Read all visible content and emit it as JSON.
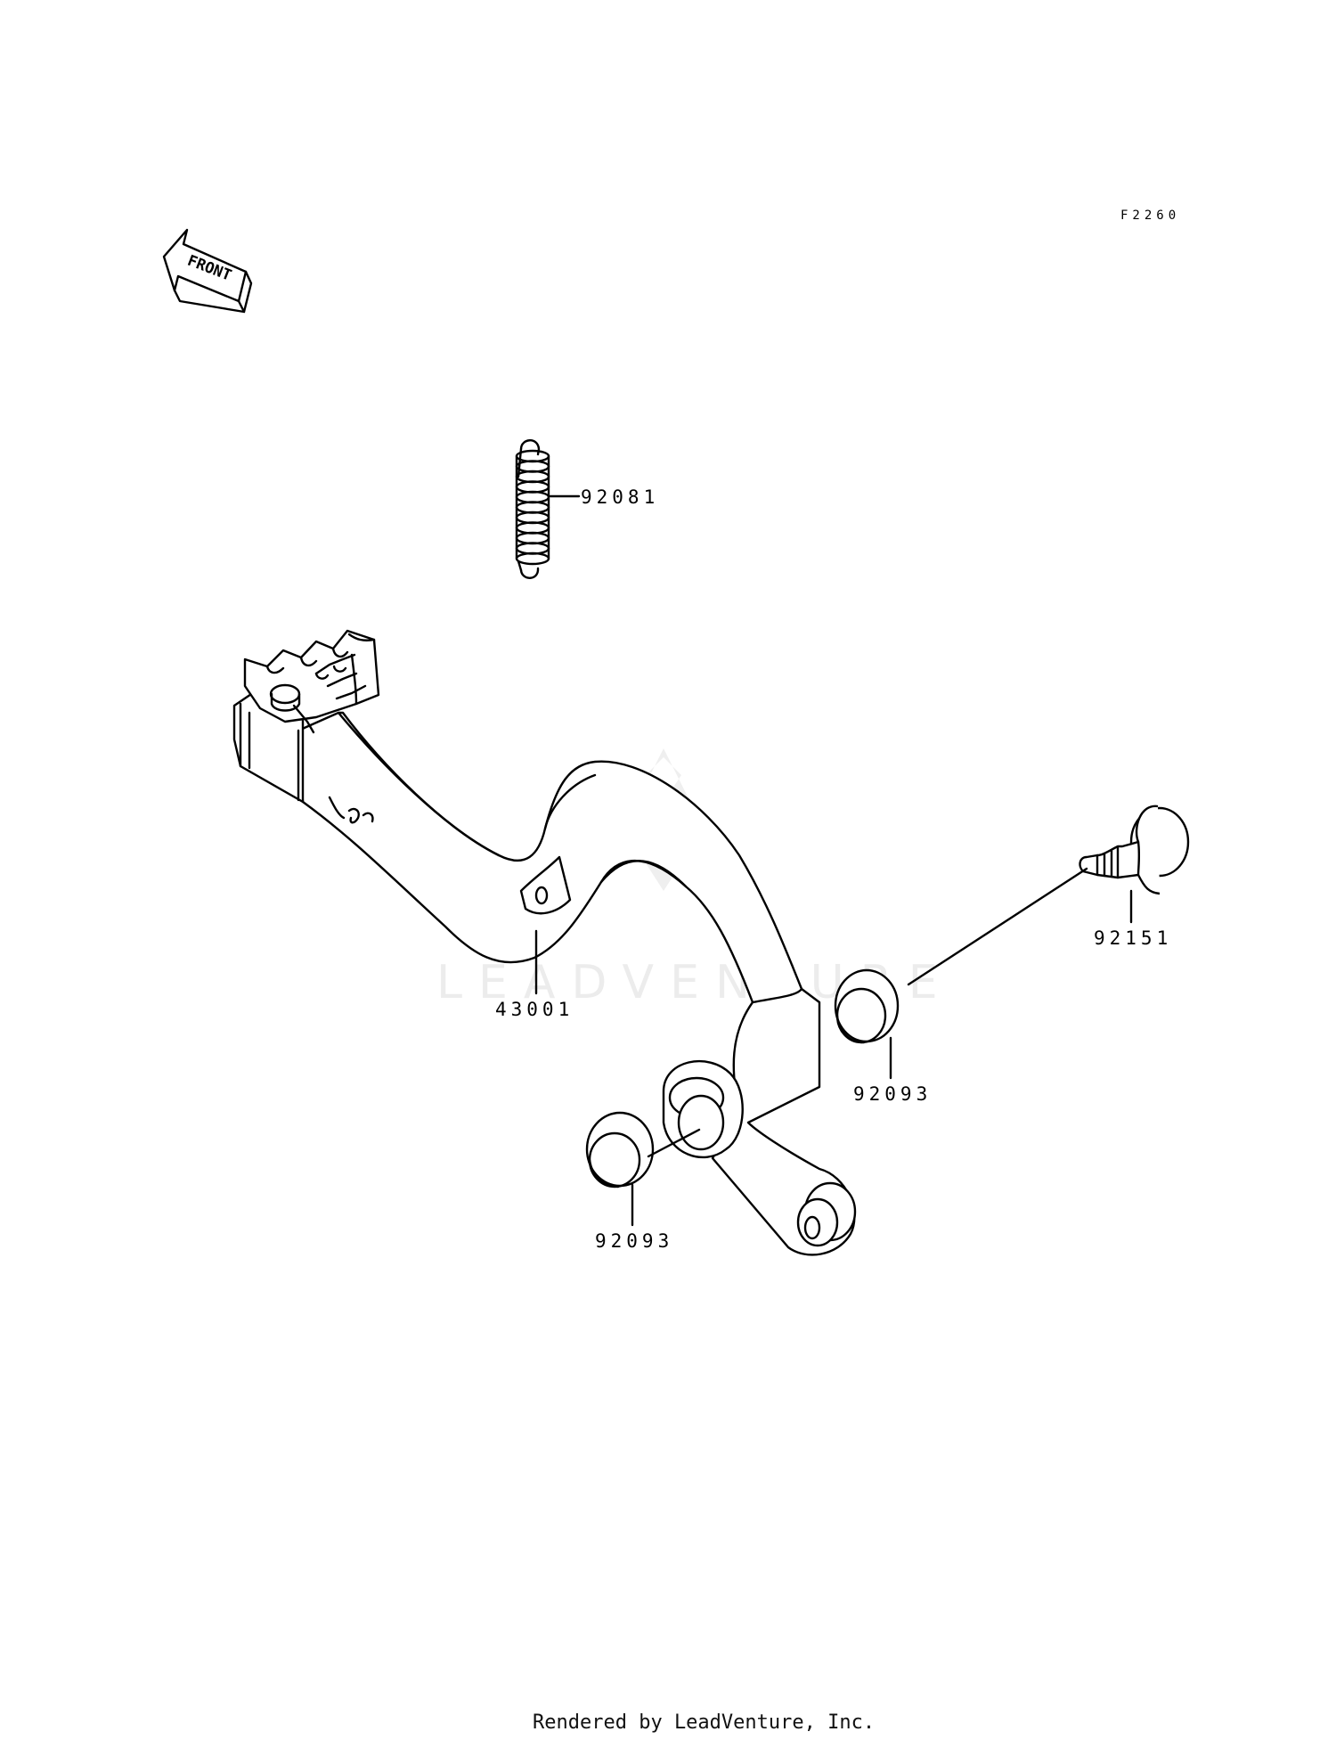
{
  "diagram": {
    "code": "F2260",
    "front_label": "FRONT",
    "footer": "Rendered by LeadVenture, Inc.",
    "watermark": "LEADVENTURE",
    "parts": [
      {
        "number": "92081"
      },
      {
        "number": "43001"
      },
      {
        "number": "92151"
      },
      {
        "number": "92093"
      },
      {
        "number": "92093"
      }
    ]
  }
}
